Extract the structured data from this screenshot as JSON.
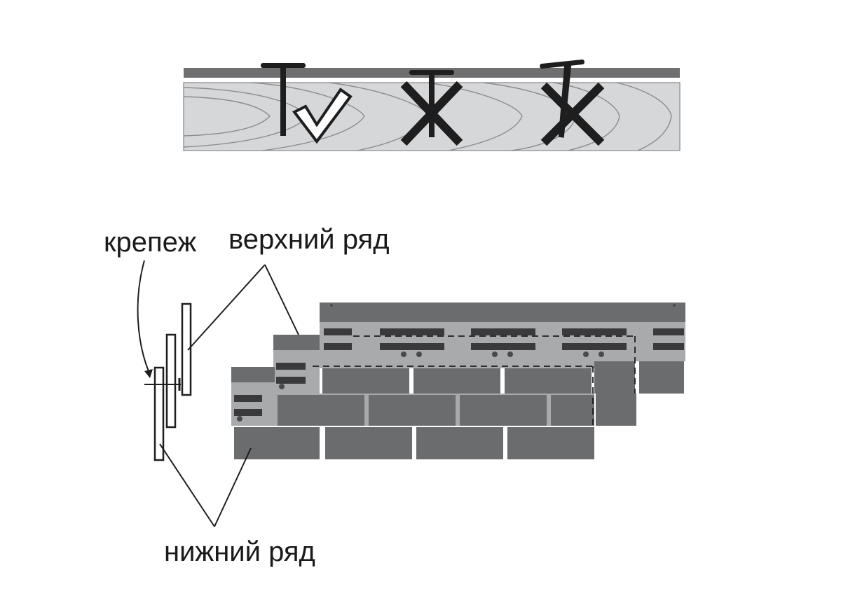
{
  "labels": {
    "fastener": "крепеж",
    "upper_row": "верхний ряд",
    "lower_row": "нижний ряд"
  },
  "nail_examples": [
    {
      "name": "correct",
      "mark": "check"
    },
    {
      "name": "overdriven",
      "mark": "cross"
    },
    {
      "name": "angled",
      "mark": "cross"
    }
  ],
  "colors": {
    "roof_layer": "#6f6f71",
    "wood": "#d6d7d9",
    "wood_grain": "#8c8c8e",
    "shingle_dark": "#6b6c6e",
    "shingle_light": "#a9aaac",
    "stripe": "#3a3a3c",
    "line": "#1e1e1e"
  }
}
